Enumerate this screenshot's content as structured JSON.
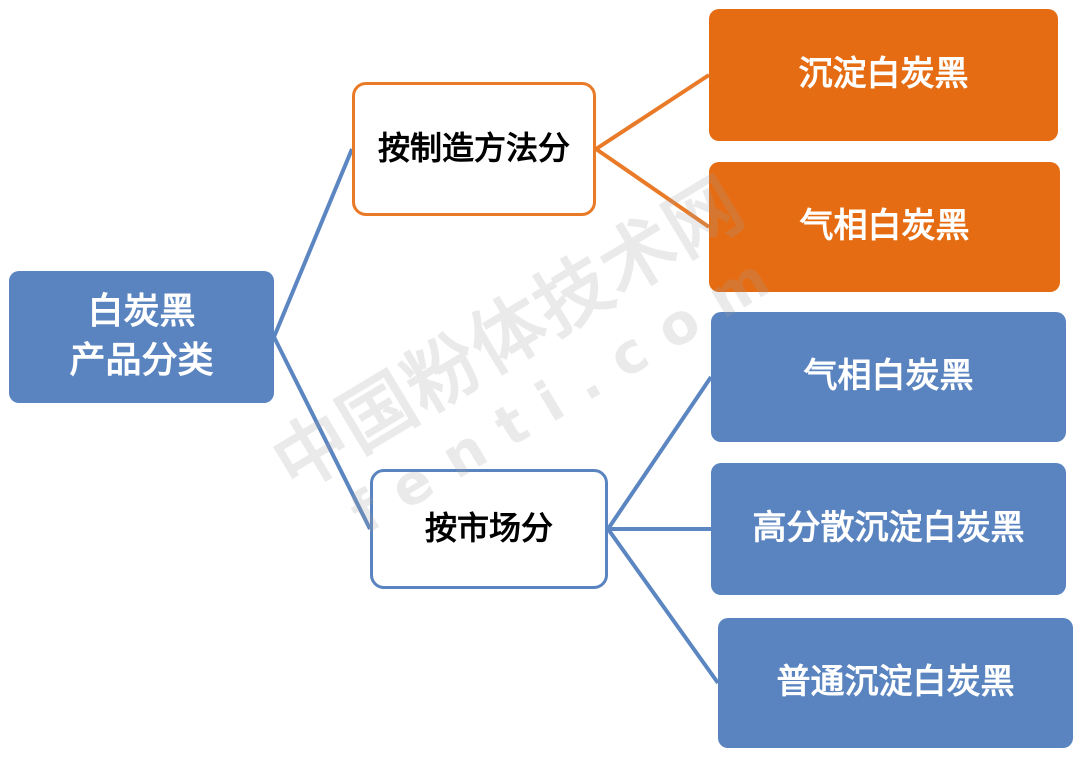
{
  "root": {
    "line1": "白炭黑",
    "line2": "产品分类"
  },
  "branches": [
    {
      "label": "按制造方法分",
      "leaves": [
        "沉淀白炭黑",
        "气相白炭黑"
      ]
    },
    {
      "label": "按市场分",
      "leaves": [
        "气相白炭黑",
        "高分散沉淀白炭黑",
        "普通沉淀白炭黑"
      ]
    }
  ],
  "watermark": {
    "cn": "中国粉体技术网",
    "en": "fenti.com"
  },
  "colors": {
    "blue": "#5a84bf",
    "orange": "#e56c12",
    "orange_border": "#e97a27",
    "blue_connector": "#5b86c1",
    "orange_connector": "#e97a27"
  }
}
